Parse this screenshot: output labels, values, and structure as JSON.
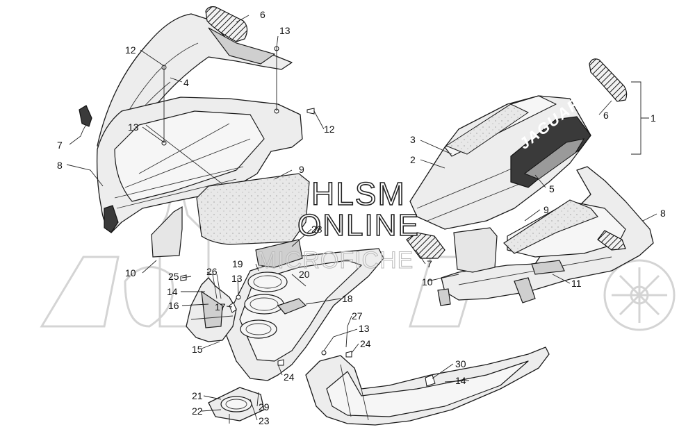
{
  "watermark": {
    "line1": "HLSM",
    "line2": "ONLINE",
    "line3": "MICROFICHE"
  },
  "decal_text": "JAGUAR",
  "callouts": [
    {
      "id": "c1",
      "text": "1"
    },
    {
      "id": "c2",
      "text": "2"
    },
    {
      "id": "c3",
      "text": "3"
    },
    {
      "id": "c4",
      "text": "4"
    },
    {
      "id": "c5",
      "text": "5"
    },
    {
      "id": "c6a",
      "text": "6"
    },
    {
      "id": "c6b",
      "text": "6"
    },
    {
      "id": "c7a",
      "text": "7"
    },
    {
      "id": "c7b",
      "text": "7"
    },
    {
      "id": "c8a",
      "text": "8"
    },
    {
      "id": "c8b",
      "text": "8"
    },
    {
      "id": "c9a",
      "text": "9"
    },
    {
      "id": "c9b",
      "text": "9"
    },
    {
      "id": "c10a",
      "text": "10"
    },
    {
      "id": "c10b",
      "text": "10"
    },
    {
      "id": "c11",
      "text": "11"
    },
    {
      "id": "c12a",
      "text": "12"
    },
    {
      "id": "c12b",
      "text": "12"
    },
    {
      "id": "c13a",
      "text": "13"
    },
    {
      "id": "c13b",
      "text": "13"
    },
    {
      "id": "c13c",
      "text": "13"
    },
    {
      "id": "c13d",
      "text": "13"
    },
    {
      "id": "c14a",
      "text": "14"
    },
    {
      "id": "c14b",
      "text": "14"
    },
    {
      "id": "c15",
      "text": "15"
    },
    {
      "id": "c16",
      "text": "16"
    },
    {
      "id": "c17",
      "text": "17"
    },
    {
      "id": "c18",
      "text": "18"
    },
    {
      "id": "c19",
      "text": "19"
    },
    {
      "id": "c20",
      "text": "20"
    },
    {
      "id": "c21",
      "text": "21"
    },
    {
      "id": "c22",
      "text": "22"
    },
    {
      "id": "c23",
      "text": "23"
    },
    {
      "id": "c24a",
      "text": "24"
    },
    {
      "id": "c24b",
      "text": "24"
    },
    {
      "id": "c25",
      "text": "25"
    },
    {
      "id": "c26",
      "text": "26"
    },
    {
      "id": "c27",
      "text": "27"
    },
    {
      "id": "c28",
      "text": "28"
    },
    {
      "id": "c29",
      "text": "29"
    },
    {
      "id": "c30",
      "text": "30"
    }
  ]
}
